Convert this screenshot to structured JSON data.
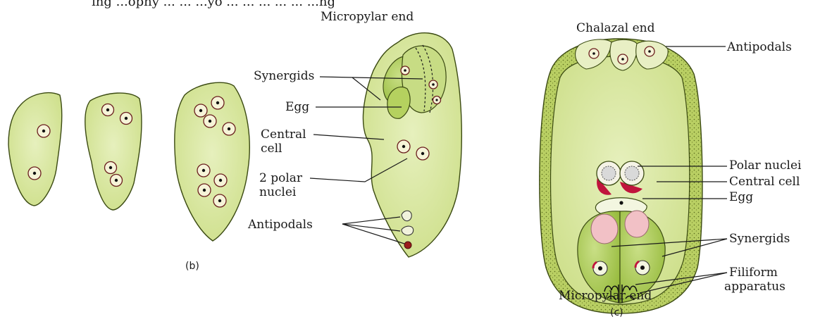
{
  "header": {
    "clipped_title": "ing ...ophy ... ... ...yo ... ... ... ... ... ...ng"
  },
  "figure_b": {
    "caption": "(b)",
    "labels": {
      "micropylar_end": "Micropylar end",
      "synergids": "Synergids",
      "egg": "Egg",
      "central_cell_line1": "Central",
      "central_cell_line2": "cell",
      "polar_line1": "2 polar",
      "polar_line2": "nuclei",
      "antipodals": "Antipodals"
    }
  },
  "figure_c": {
    "caption": "(c)",
    "labels": {
      "chalazal_end": "Chalazal end",
      "antipodals": "Antipodals",
      "polar_nuclei": "Polar nuclei",
      "central_cell": "Central cell",
      "egg": "Egg",
      "synergids": "Synergids",
      "filiform_line1": "Filiform",
      "filiform_line2": "apparatus",
      "micropylar_end": "Micropylar end"
    }
  },
  "colors": {
    "cell_fill": "#dbe9a6",
    "cell_fill_dark": "#b9d36f",
    "wall": "#9fbe3b",
    "nucleus_ring": "#7a1e1e",
    "pink": "#f2c1c6",
    "red": "#c0143c"
  }
}
